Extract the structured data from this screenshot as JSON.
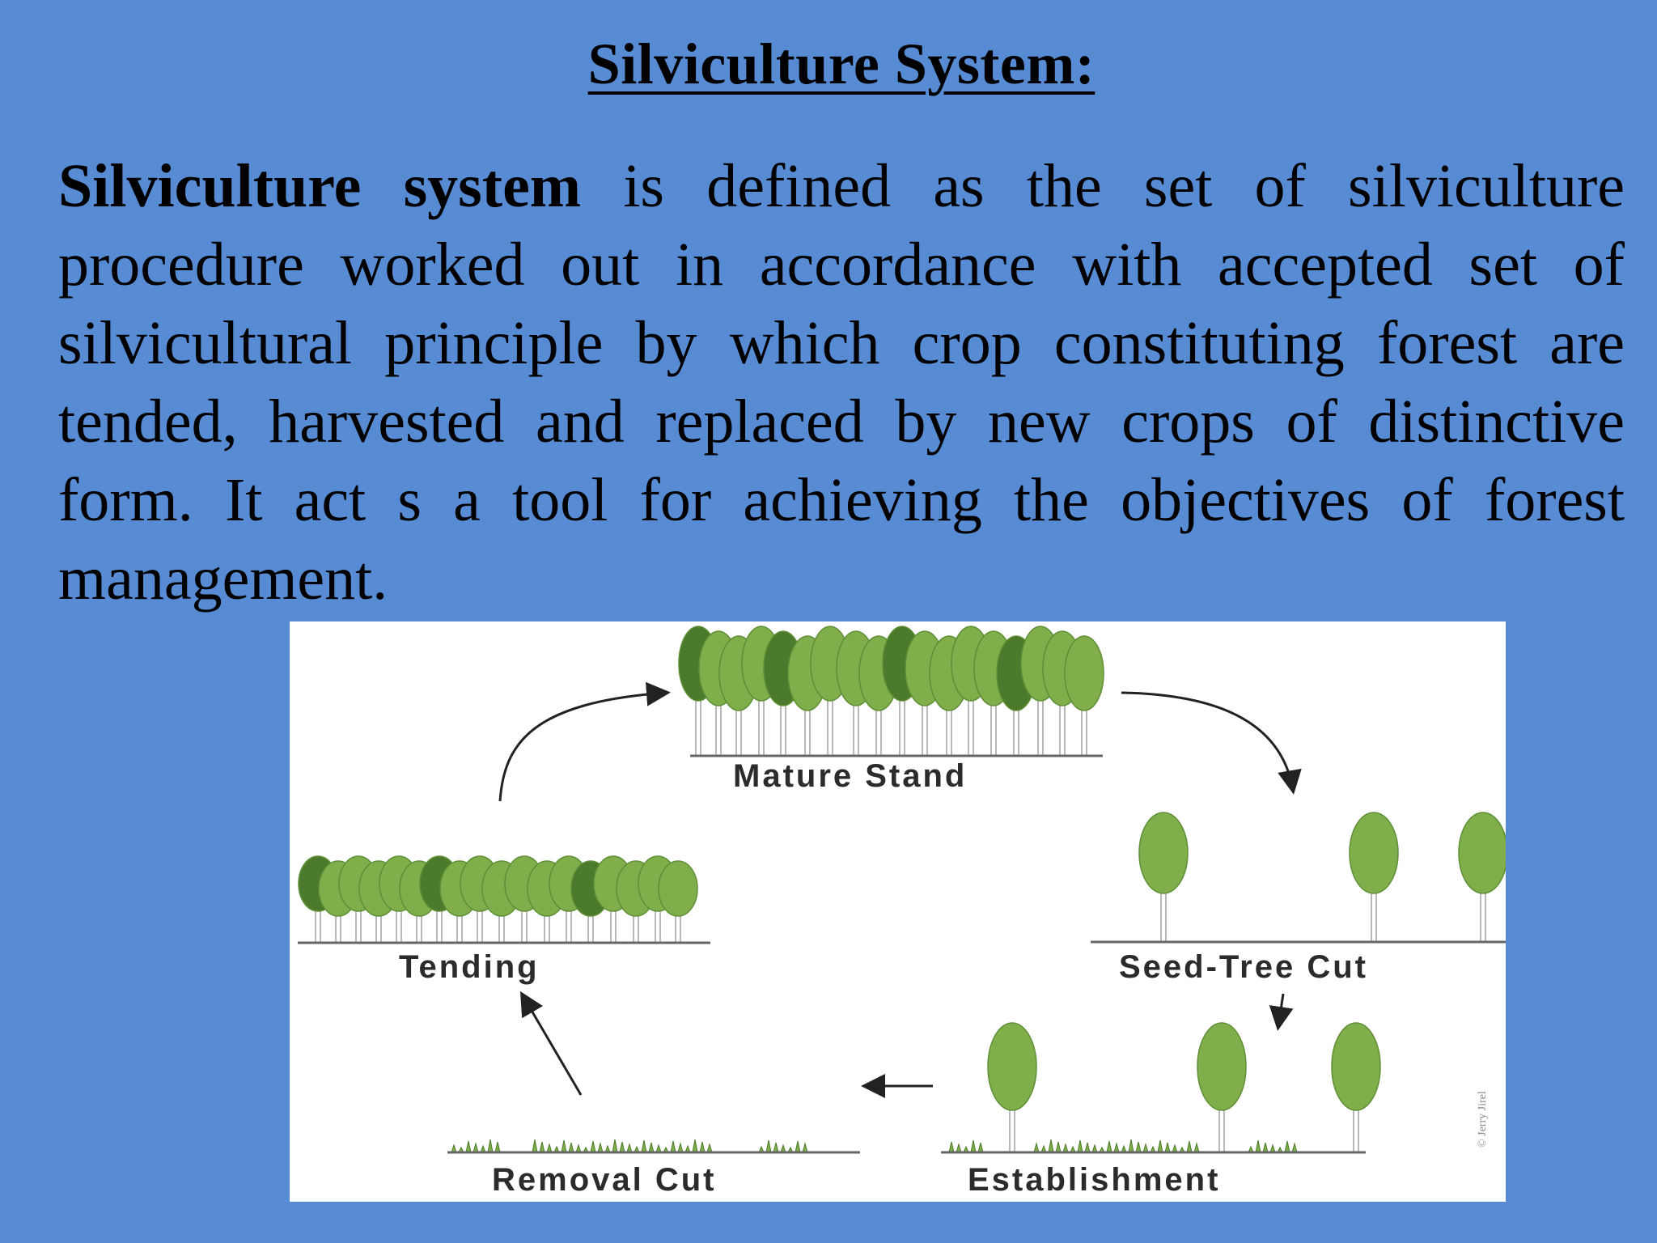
{
  "slide": {
    "title": "Silviculture System:",
    "paragraph_bold": "Silviculture system",
    "paragraph_rest": " is defined as the set of silviculture procedure worked out in accordance with accepted set of silvicultural principle by which crop constituting forest are tended, harvested and replaced by new crops of distinctive form. It act s a tool for achieving the objectives of forest management."
  },
  "diagram": {
    "stages": {
      "mature_stand": "Mature Stand",
      "seed_tree_cut": "Seed-Tree Cut",
      "establishment": "Establishment",
      "removal_cut": "Removal Cut",
      "tending": "Tending"
    },
    "colors": {
      "background": "#578bd4",
      "tree_light": "#7fae4a",
      "tree_dark": "#4c7a2c",
      "trunk": "#b9b9b9"
    }
  }
}
